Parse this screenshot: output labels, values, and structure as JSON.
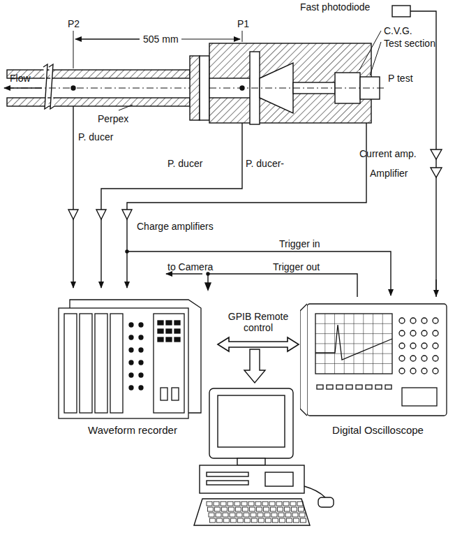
{
  "diagram": {
    "nodes": [
      {
        "text": [
          "Waveform recorder"
        ]
      },
      {
        "text": [
          "Digital Oscilloscope"
        ]
      }
    ],
    "edges": [
      {
        "from": 0,
        "to": 1,
        "arrow": "both",
        "label": "GPIB Remote control"
      },
      {
        "from": 1,
        "to": 0,
        "arrow": "to",
        "label": "Trigger out"
      }
    ],
    "labels": [
      "Fast photodiode",
      "P2",
      "505 mm",
      "P1",
      "C.V.G.",
      "Test section",
      "Flow",
      "P test",
      "Perpex",
      "Current amp.",
      "Amplifier",
      "P. ducer",
      "P. ducer",
      "P. ducer-",
      "Charge amplifiers",
      "Trigger in",
      "to Camera"
    ]
  }
}
